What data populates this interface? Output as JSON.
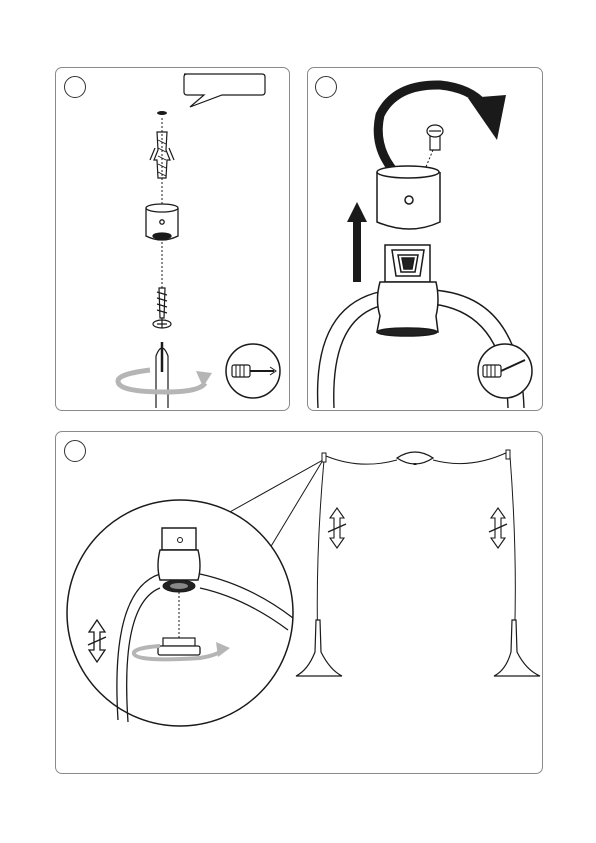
{
  "steps": [
    {
      "id": 1,
      "label": "",
      "tool": "screwdriver-icon"
    },
    {
      "id": 2,
      "label": "",
      "tool": "screwdriver-icon"
    },
    {
      "id": 3,
      "label": ""
    }
  ],
  "callout": {
    "text": ""
  },
  "colors": {
    "stroke": "#1a1a1a",
    "gray_arrow": "#b5b5b5",
    "panel_border": "#8a8a8a",
    "fill_dark": "#222222"
  }
}
